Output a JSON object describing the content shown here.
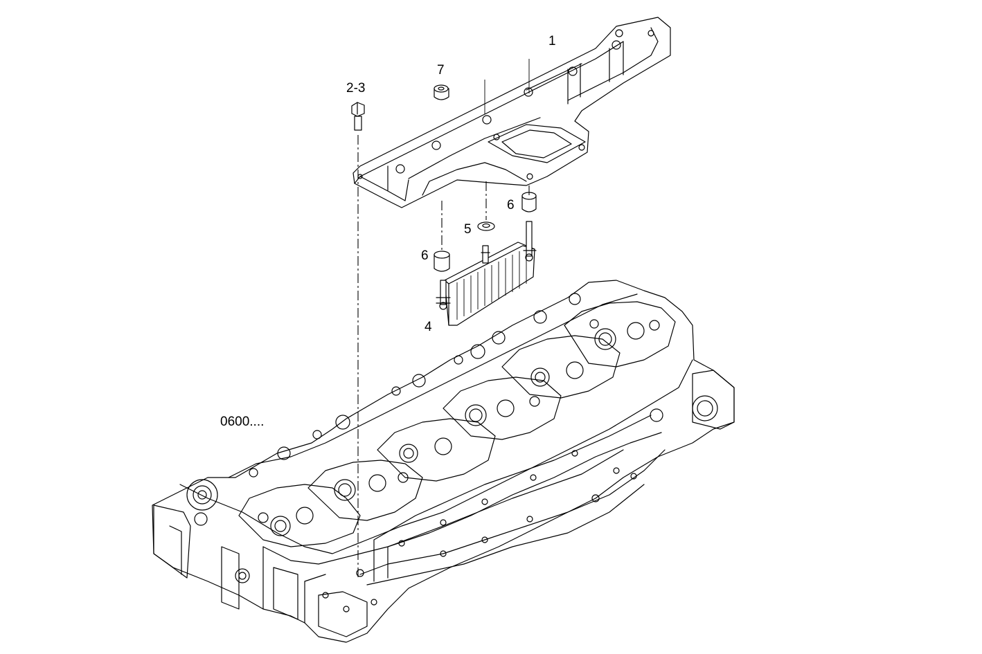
{
  "callouts": {
    "c1": "1",
    "c7": "7",
    "c23": "2-3",
    "c6a": "6",
    "c5": "5",
    "c6b": "6",
    "c4": "4",
    "assembly": "0600...."
  }
}
